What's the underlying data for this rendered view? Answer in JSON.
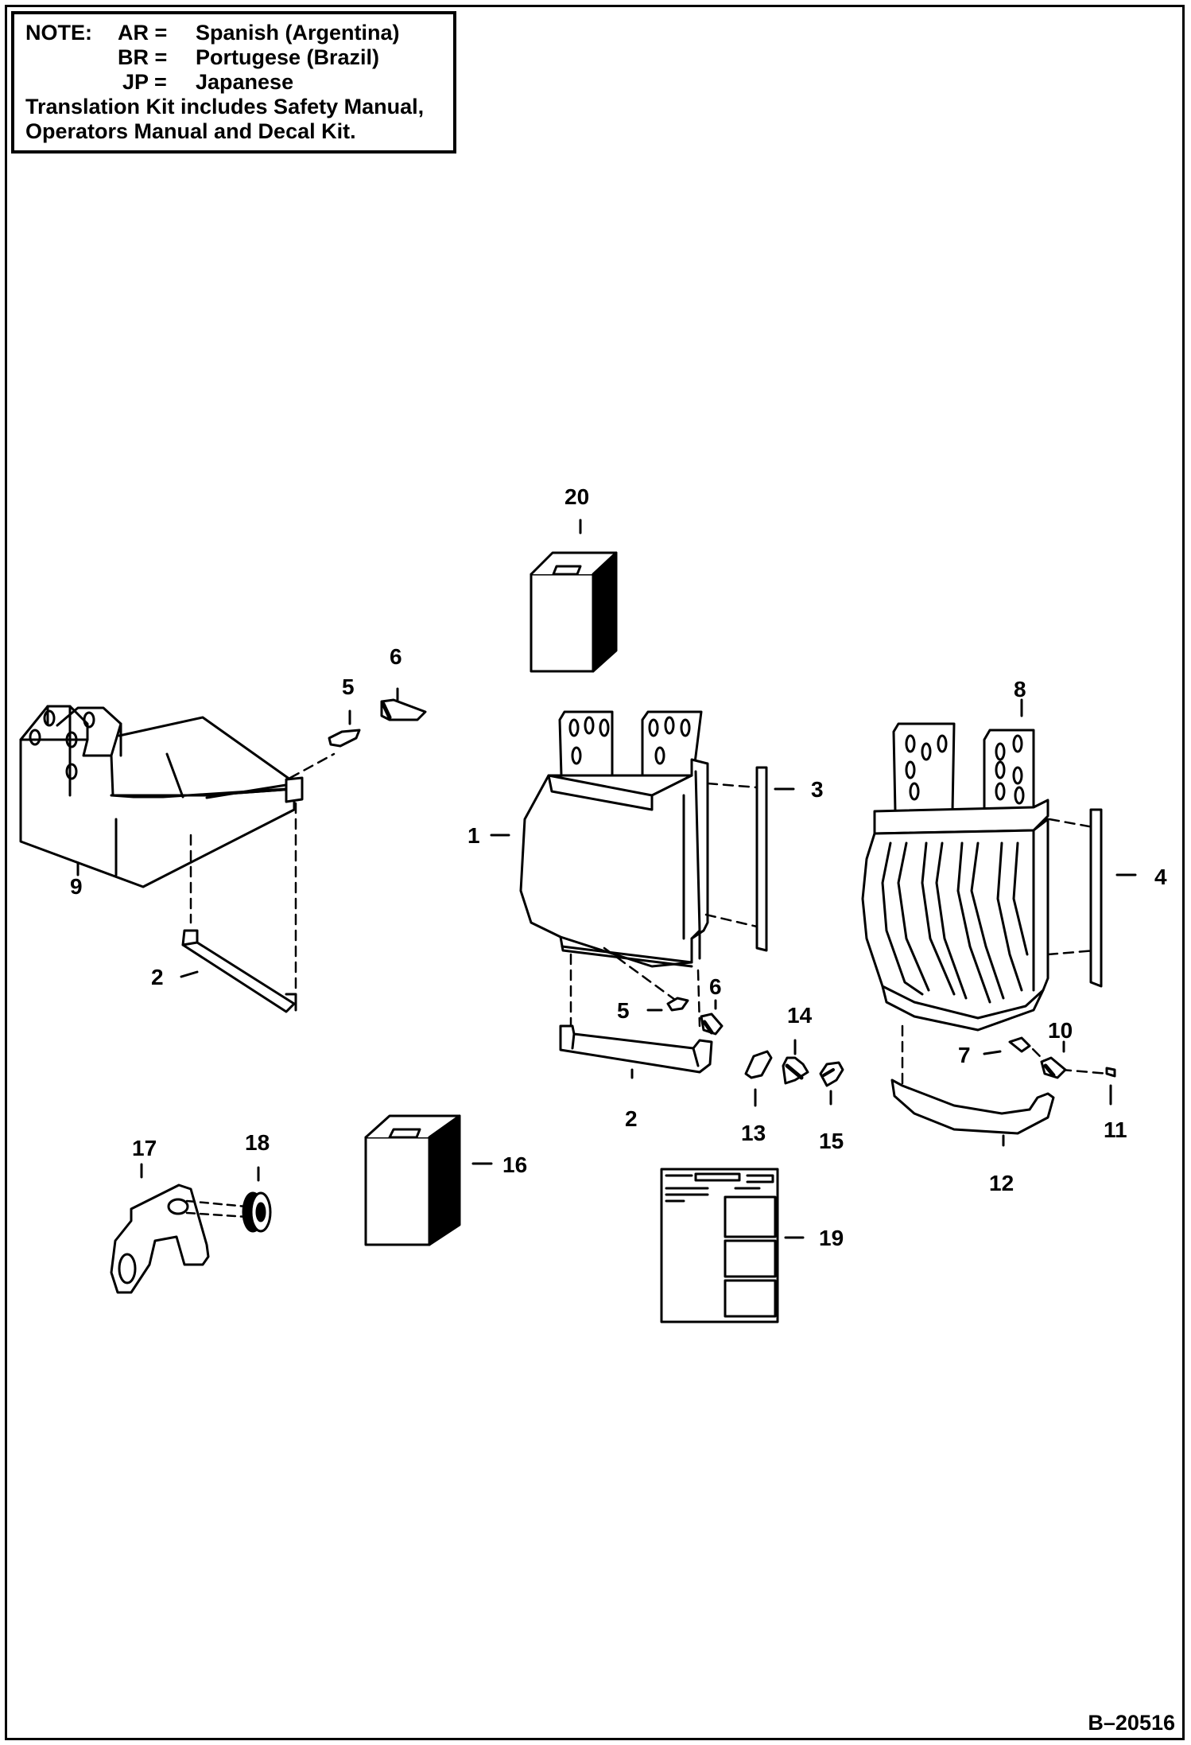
{
  "note": {
    "label": "NOTE:",
    "codes": [
      {
        "code": "AR =",
        "language": "Spanish (Argentina)"
      },
      {
        "code": "BR =",
        "language": "Portugese (Brazil)"
      },
      {
        "code": "JP =",
        "language": "Japanese"
      }
    ],
    "kit_line_1": "Translation Kit includes Safety Manual,",
    "kit_line_2": "Operators Manual and Decal Kit."
  },
  "callouts": {
    "c1": "1",
    "c2a": "2",
    "c2b": "2",
    "c3": "3",
    "c4": "4",
    "c5a": "5",
    "c5b": "5",
    "c6a": "6",
    "c6b": "6",
    "c7": "7",
    "c8": "8",
    "c9": "9",
    "c10": "10",
    "c11": "11",
    "c12": "12",
    "c13": "13",
    "c14": "14",
    "c15": "15",
    "c16": "16",
    "c17": "17",
    "c18": "18",
    "c19": "19",
    "c20": "20"
  },
  "reference": "B–20516"
}
